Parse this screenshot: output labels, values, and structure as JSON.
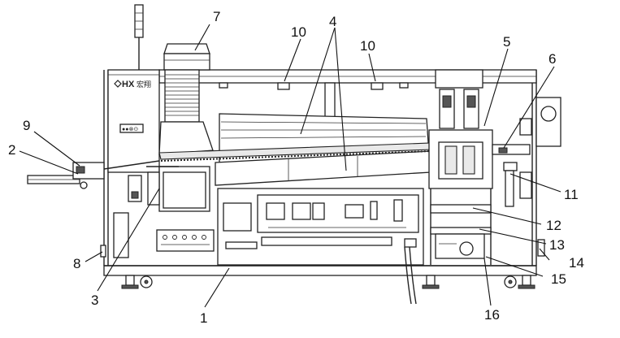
{
  "figure": {
    "brand_logo_text": "HX",
    "brand_name": "宏翔",
    "panel_badge": "●●⊗⊙"
  },
  "callouts": [
    {
      "id": "c1",
      "label": "1"
    },
    {
      "id": "c2",
      "label": "2"
    },
    {
      "id": "c3",
      "label": "3"
    },
    {
      "id": "c4",
      "label": "4"
    },
    {
      "id": "c5",
      "label": "5"
    },
    {
      "id": "c6",
      "label": "6"
    },
    {
      "id": "c7",
      "label": "7"
    },
    {
      "id": "c8",
      "label": "8"
    },
    {
      "id": "c9",
      "label": "9"
    },
    {
      "id": "c10a",
      "label": "10"
    },
    {
      "id": "c10b",
      "label": "10"
    },
    {
      "id": "c11",
      "label": "11"
    },
    {
      "id": "c12",
      "label": "12"
    },
    {
      "id": "c13",
      "label": "13"
    },
    {
      "id": "c14",
      "label": "14"
    },
    {
      "id": "c15",
      "label": "15"
    },
    {
      "id": "c16",
      "label": "16"
    }
  ]
}
